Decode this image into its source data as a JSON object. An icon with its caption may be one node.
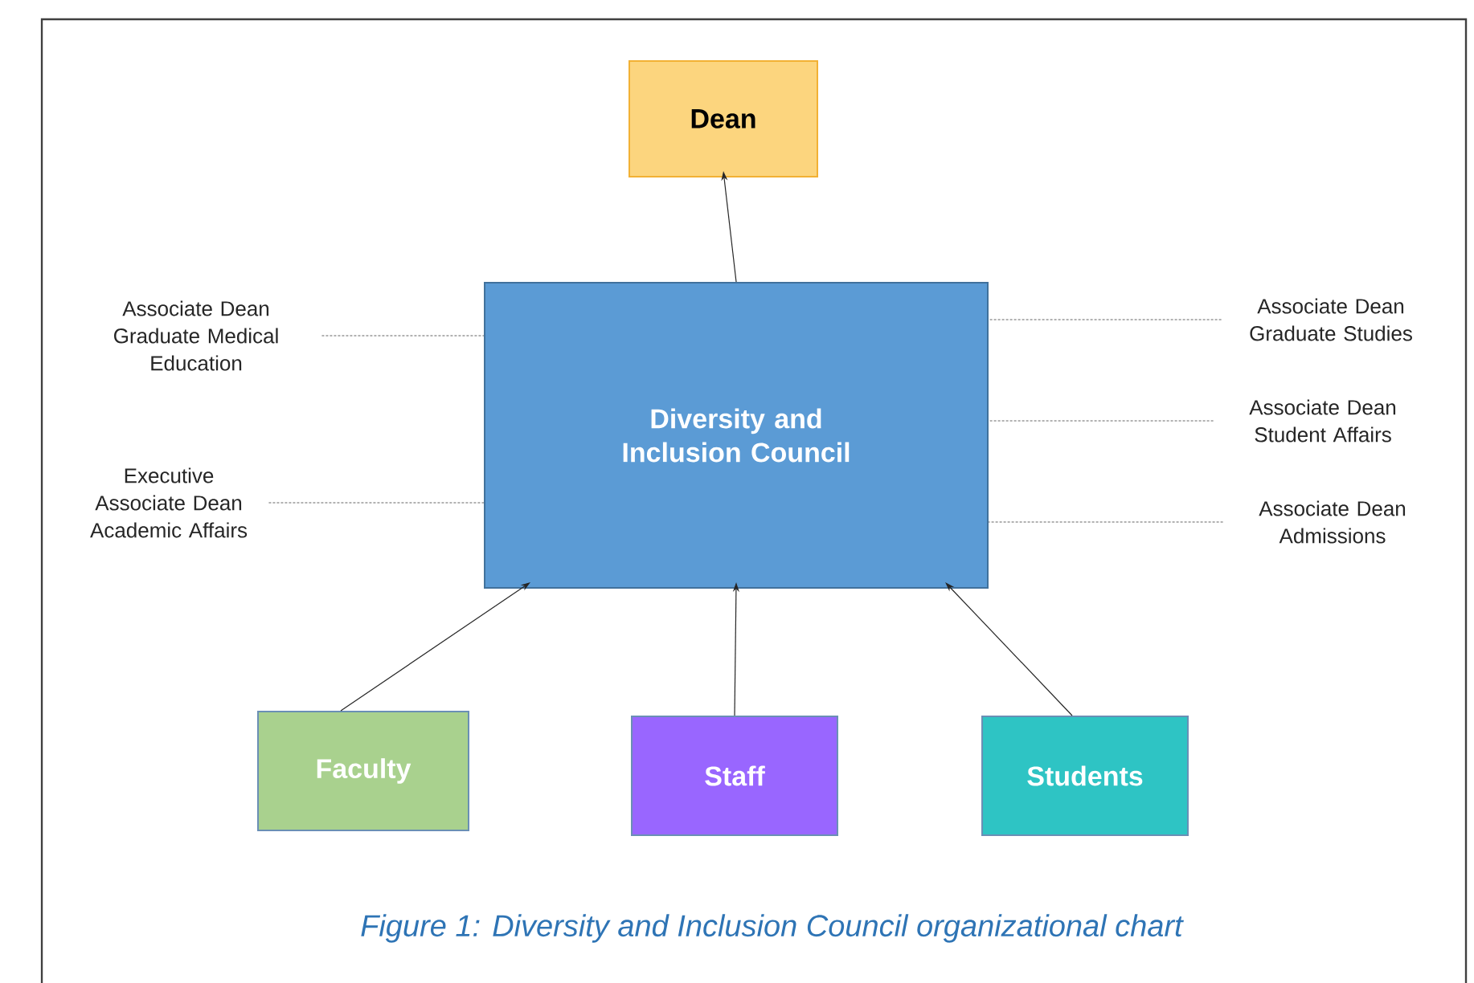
{
  "diagram": {
    "caption": "Figure 1: Diversity and Inclusion Council organizational chart",
    "nodes": [
      {
        "text": [
          "Dean"
        ]
      },
      {
        "text": [
          "Diversity and Inclusion Council"
        ]
      },
      {
        "text": [
          "Associate Dean Graduate Medical Education"
        ]
      },
      {
        "text": [
          "Executive Associate Dean Academic Affairs"
        ]
      },
      {
        "text": [
          "Associate Dean Graduate Studies"
        ]
      },
      {
        "text": [
          "Associate Dean Student Affairs"
        ]
      },
      {
        "text": [
          "Associate Dean Admissions"
        ]
      },
      {
        "text": [
          "Faculty"
        ]
      },
      {
        "text": [
          "Staff"
        ]
      },
      {
        "text": [
          "Students"
        ]
      }
    ],
    "edges": [
      {
        "from": 1,
        "to": 0,
        "arrow": "to"
      },
      {
        "from": 2,
        "to": 1,
        "arrow": "none",
        "style": "dashed"
      },
      {
        "from": 3,
        "to": 1,
        "arrow": "none",
        "style": "dashed"
      },
      {
        "from": 4,
        "to": 1,
        "arrow": "none",
        "style": "dashed"
      },
      {
        "from": 5,
        "to": 1,
        "arrow": "none",
        "style": "dashed"
      },
      {
        "from": 6,
        "to": 1,
        "arrow": "none",
        "style": "dashed"
      },
      {
        "from": 7,
        "to": 1,
        "arrow": "to"
      },
      {
        "from": 8,
        "to": 1,
        "arrow": "to"
      },
      {
        "from": 9,
        "to": 1,
        "arrow": "to"
      }
    ]
  }
}
